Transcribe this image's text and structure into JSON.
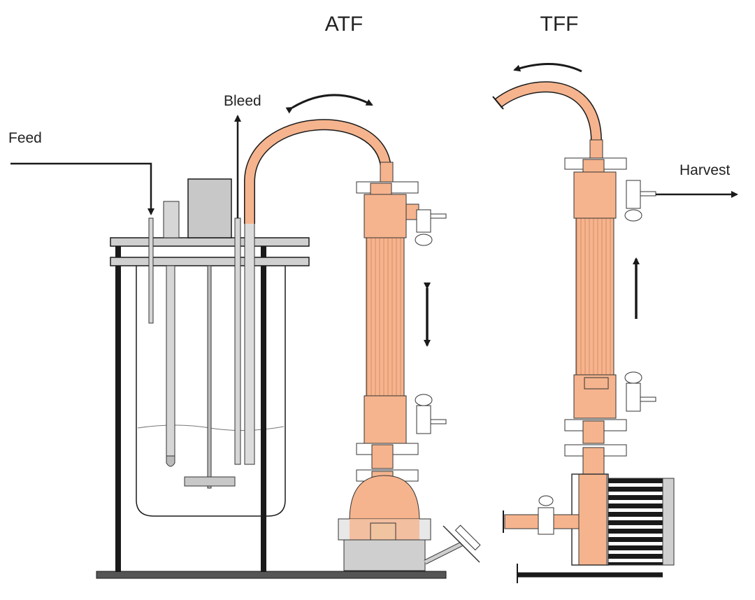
{
  "titles": {
    "atf": "ATF",
    "tff": "TFF"
  },
  "labels": {
    "feed": "Feed",
    "bleed": "Bleed",
    "harvest": "Harvest"
  },
  "colors": {
    "tube": "#f5b48e",
    "tube_dark": "#e39a6e",
    "steel": "#c8c8c8",
    "steel_dark": "#8a8a8a",
    "line": "#1a1a1a"
  }
}
